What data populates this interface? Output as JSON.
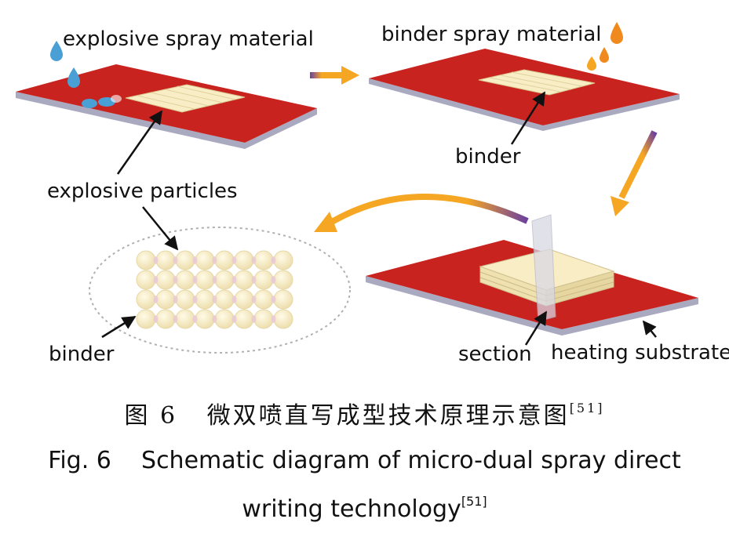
{
  "labels": {
    "explosive_spray_material": "explosive spray material",
    "binder_spray_material": "binder spray material",
    "binder_top": "binder",
    "explosive_particles": "explosive particles",
    "binder_left": "binder",
    "section": "section",
    "heating_substrate": "heating substrate"
  },
  "caption": {
    "zh_prefix": "图 6",
    "zh_text": "微双喷直写成型技术原理示意图",
    "zh_ref": "[51]",
    "en_line1": "Fig. 6    Schematic diagram of micro-dual spray direct",
    "en_line2": "writing technology",
    "en_ref": "[51]"
  },
  "colors": {
    "substrate_top": "#c8231f",
    "substrate_edge": "#a9a9c0",
    "particle": "#f8edc4",
    "flow_arrow": "#f5a623",
    "flow_arrow_tail": "#6b3fa0",
    "drop_blue": "#4a9fd4",
    "drop_orange": "#f08a1e"
  }
}
